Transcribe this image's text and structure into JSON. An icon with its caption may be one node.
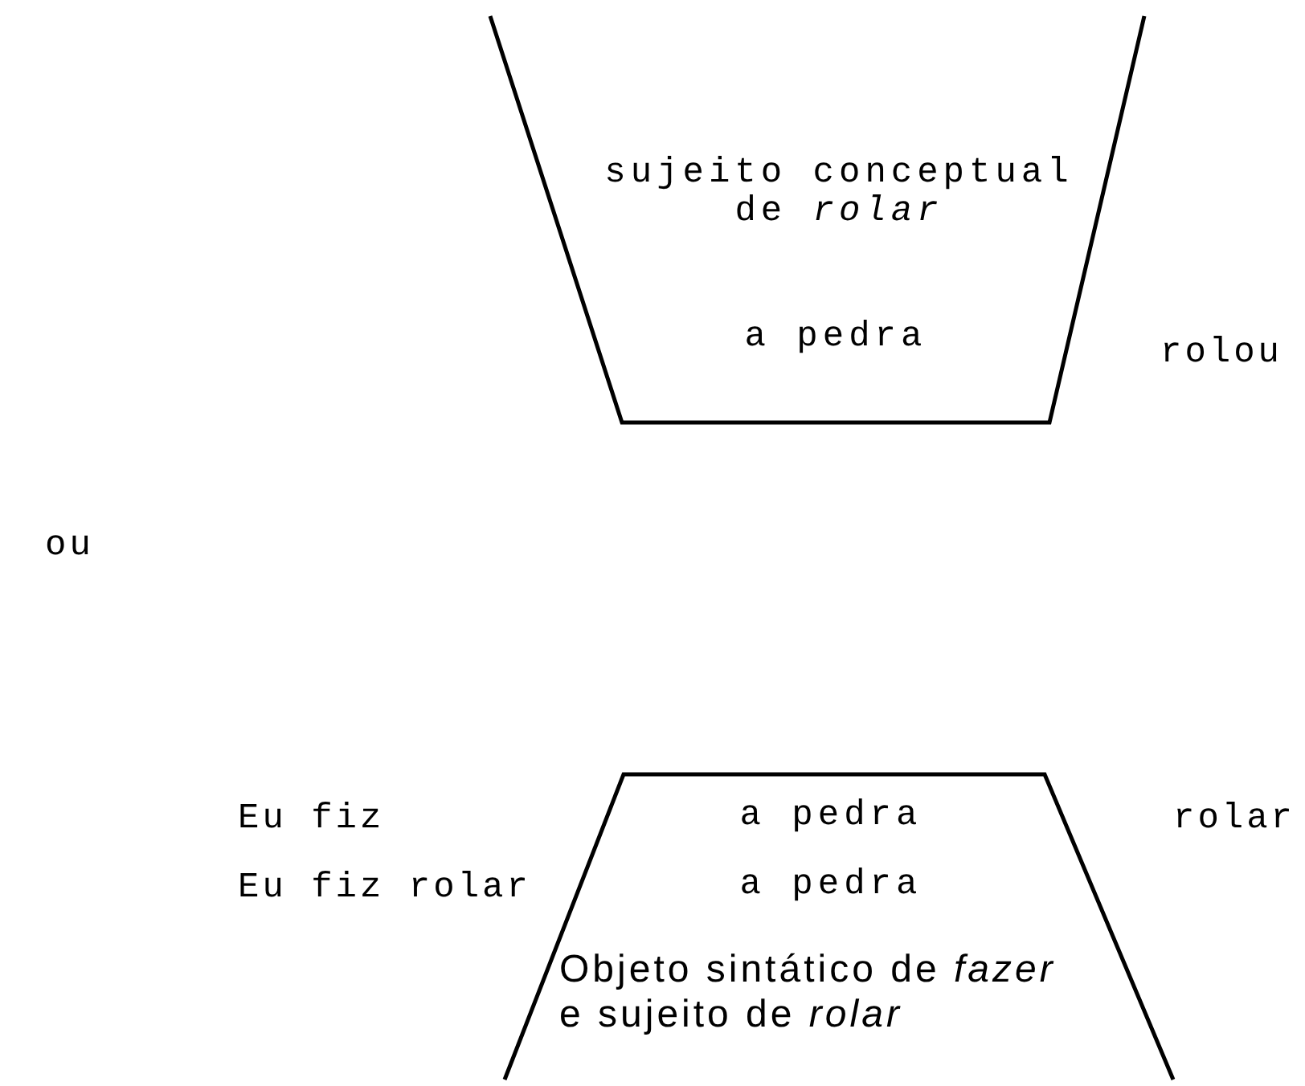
{
  "diagram": {
    "nodes": [
      {
        "text": [
          "sujeito conceptual de *rolar*",
          "a pedra"
        ]
      },
      {
        "text": [
          "a pedra",
          "a pedra",
          "Objeto sintático de *fazer* e sujeito de *rolar*"
        ]
      }
    ],
    "labels": [
      "rolou",
      "ou",
      "Eu fiz",
      "rolar",
      "Eu fiz rolar"
    ]
  }
}
